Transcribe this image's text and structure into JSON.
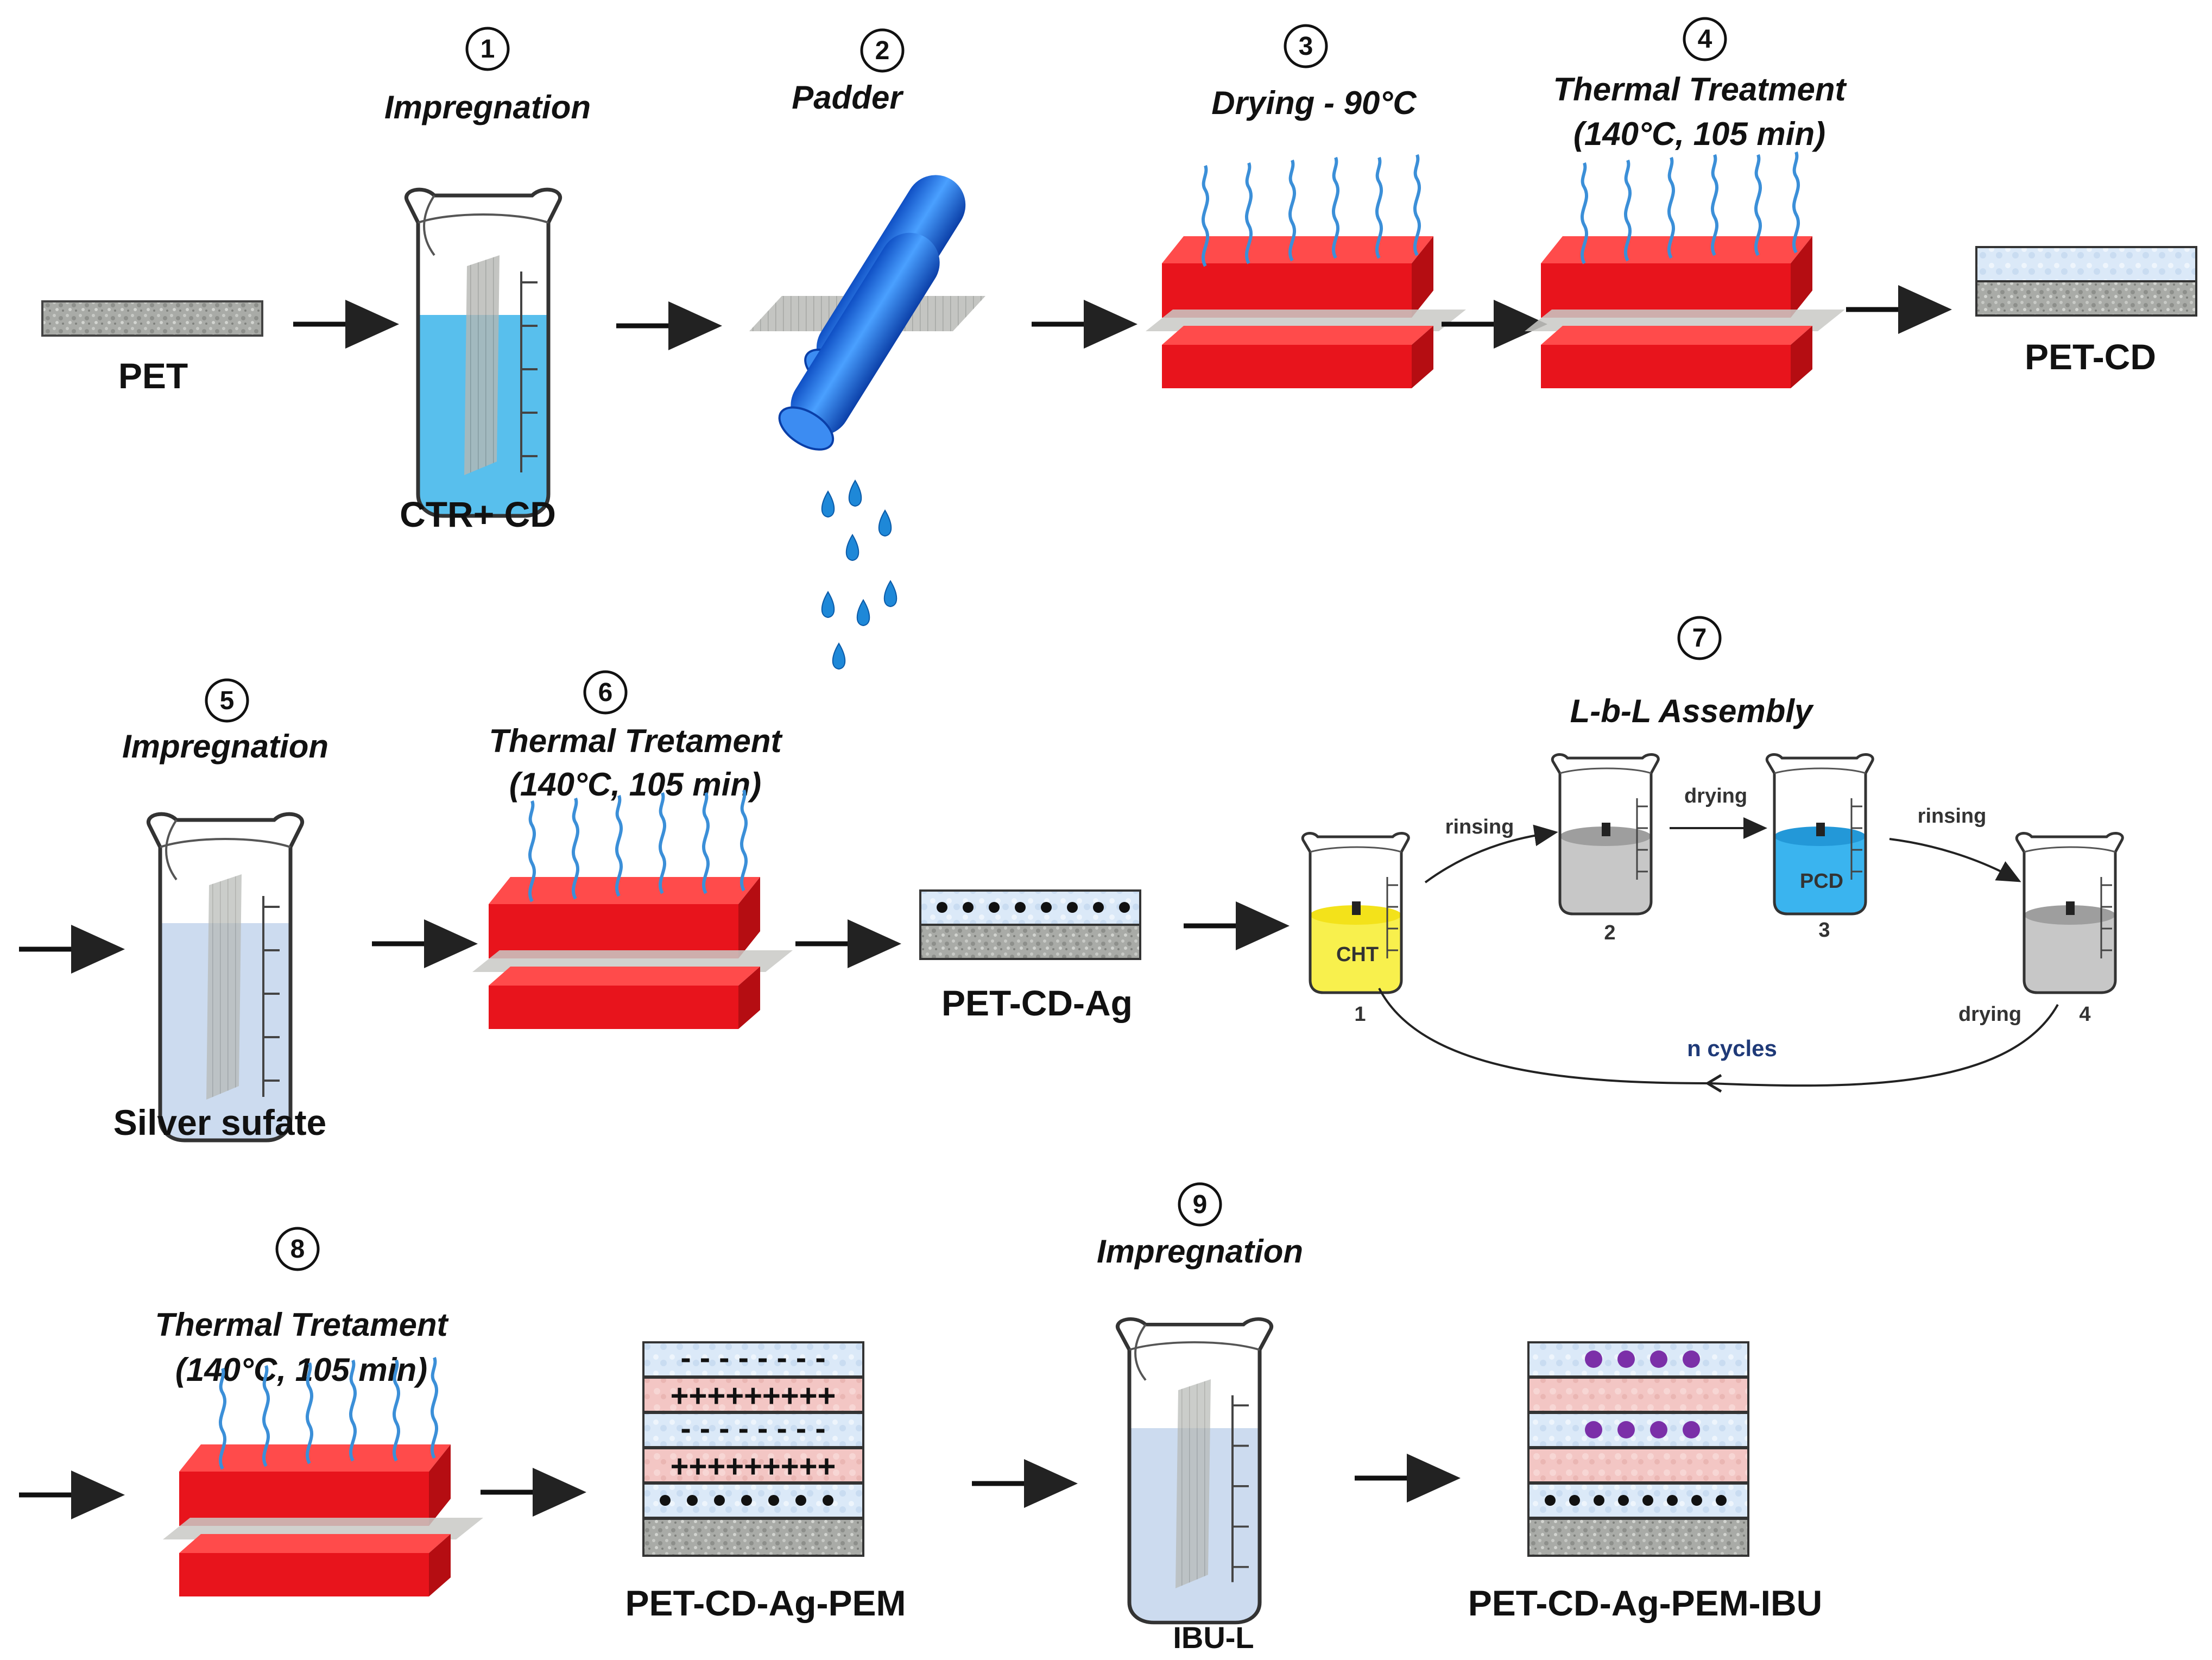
{
  "steps": {
    "s1": {
      "num": "1",
      "title": "Impregnation",
      "solution": "CTR+ CD"
    },
    "s2": {
      "num": "2",
      "title": "Padder"
    },
    "s3": {
      "num": "3",
      "title": "Drying - 90°C"
    },
    "s4": {
      "num": "4",
      "title_line1": "Thermal Treatment",
      "title_line2": "(140°C, 105 min)"
    },
    "s5": {
      "num": "5",
      "title": "Impregnation",
      "solution": "Silver sufate"
    },
    "s6": {
      "num": "6",
      "title_line1": "Thermal Tretament",
      "title_line2": "(140°C, 105 min)"
    },
    "s7": {
      "num": "7",
      "title": "L-b-L Assembly"
    },
    "s8": {
      "num": "8",
      "title_line1": "Thermal Tretament",
      "title_line2": "(140°C, 105 min)"
    },
    "s9": {
      "num": "9",
      "title": "Impregnation",
      "solution": "IBU-L"
    }
  },
  "materials": {
    "pet": "PET",
    "pet_cd": "PET-CD",
    "pet_cd_ag": "PET-CD-Ag",
    "pet_cd_ag_pem": "PET-CD-Ag-PEM",
    "pet_cd_ag_pem_ibu": "PET-CD-Ag-PEM-IBU"
  },
  "lbl": {
    "beaker1_label": "CHT",
    "beaker3_label": "PCD",
    "n1": "1",
    "n2": "2",
    "n3": "3",
    "n4": "4",
    "rinsing": "rinsing",
    "drying": "drying",
    "n_cycles": "n cycles"
  },
  "layers": {
    "minus": "- - - - - - - -",
    "plus": "+++++++++"
  },
  "colors": {
    "heater_red": "#e8141c",
    "solution_blue": "#3bb4ea",
    "solution_light": "#c9d9ee",
    "cht_yellow": "#f7ee3a",
    "pcd_blue": "#2fb0ee",
    "roller_blue": "#1e6fe0",
    "layer_blue": "#dbe9f8",
    "layer_pink": "#f3c6c4",
    "ibu_purple": "#7b2fa8"
  }
}
